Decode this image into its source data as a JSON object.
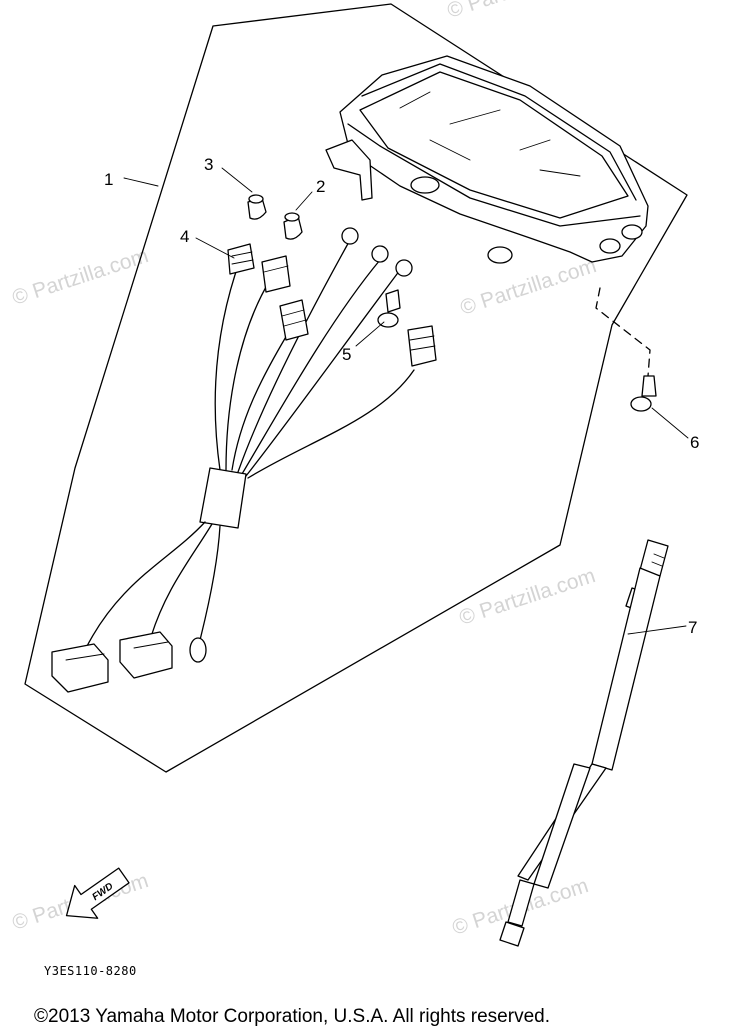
{
  "callouts": [
    "1",
    "2",
    "3",
    "4",
    "5",
    "6",
    "7"
  ],
  "watermark": "© Partzilla.com",
  "diagram_code": "Y3ES110-8280",
  "fwd_label": "FWD",
  "copyright": "©2013  Yamaha Motor Corporation, U.S.A. All rights reserved."
}
